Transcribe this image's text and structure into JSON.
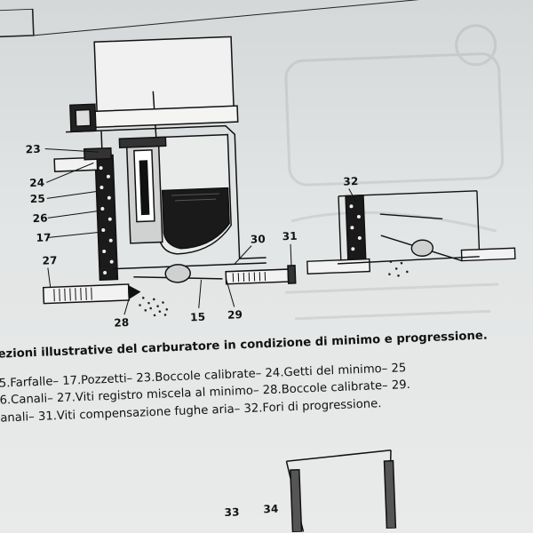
{
  "figure": {
    "left_callouts": [
      "23",
      "24",
      "25",
      "26",
      "17",
      "27"
    ],
    "bottom_callouts": [
      "28",
      "15",
      "29"
    ],
    "right_callouts": [
      "30",
      "31"
    ],
    "inset_callouts": [
      "32"
    ],
    "lower_callouts": [
      "33",
      "34"
    ]
  },
  "caption": {
    "title": "ezioni illustrative del carburatore in condizione di minimo e progressione.",
    "legend_lines": [
      "5.Farfalle– 17.Pozzetti– 23.Boccole calibrate– 24.Getti del minimo– 25",
      "6.Canali– 27.Viti registro miscela al minimo– 28.Boccole calibrate– 29.",
      "anali– 31.Viti compensazione fughe aria– 32.Fori di progressione."
    ]
  }
}
